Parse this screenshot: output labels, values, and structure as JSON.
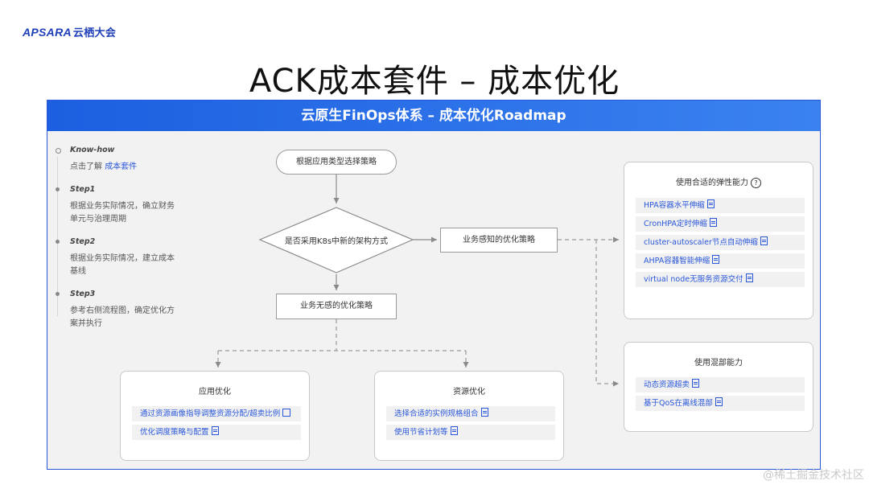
{
  "brand": {
    "logo_text": "APSARA",
    "logo_cn": "云栖大会"
  },
  "slide_title": "ACK成本套件 – 成本优化",
  "banner_title": "云原生FinOps体系 – 成本优化Roadmap",
  "steps": [
    {
      "head": "Know-how",
      "body_prefix": "点击了解 ",
      "link": "成本套件"
    },
    {
      "head": "Step1",
      "body": "根据业务实际情况，确立财务单元与治理周期"
    },
    {
      "head": "Step2",
      "body": "根据业务实际情况，建立成本基线"
    },
    {
      "head": "Step3",
      "body": "参考右侧流程图，确定优化方案并执行"
    }
  ],
  "flow": {
    "start": "根据应用类型选择策略",
    "decision": "是否采用K8s中新的架构方式",
    "aware": "业务感知的优化策略",
    "unaware": "业务无感的优化策略"
  },
  "app_opt": {
    "title": "应用优化",
    "items": [
      "通过资源画像指导调整资源分配/超卖比例",
      "优化调度策略与配置"
    ]
  },
  "res_opt": {
    "title": "资源优化",
    "items": [
      "选择合适的实例规格组合",
      "使用节省计划等"
    ]
  },
  "elastic": {
    "title": "使用合适的弹性能力",
    "items": [
      "HPA容器水平伸缩",
      "CronHPA定时伸缩",
      "cluster-autoscaler节点自动伸缩",
      "AHPA容器智能伸缩",
      "virtual node无服务资源交付"
    ]
  },
  "colocation": {
    "title": "使用混部能力",
    "items": [
      "动态资源超卖",
      "基于QoS在离线混部"
    ]
  },
  "watermark": "@稀土掘金技术社区",
  "colors": {
    "accent": "#2a57d9",
    "banner": "#1c5fe0"
  }
}
